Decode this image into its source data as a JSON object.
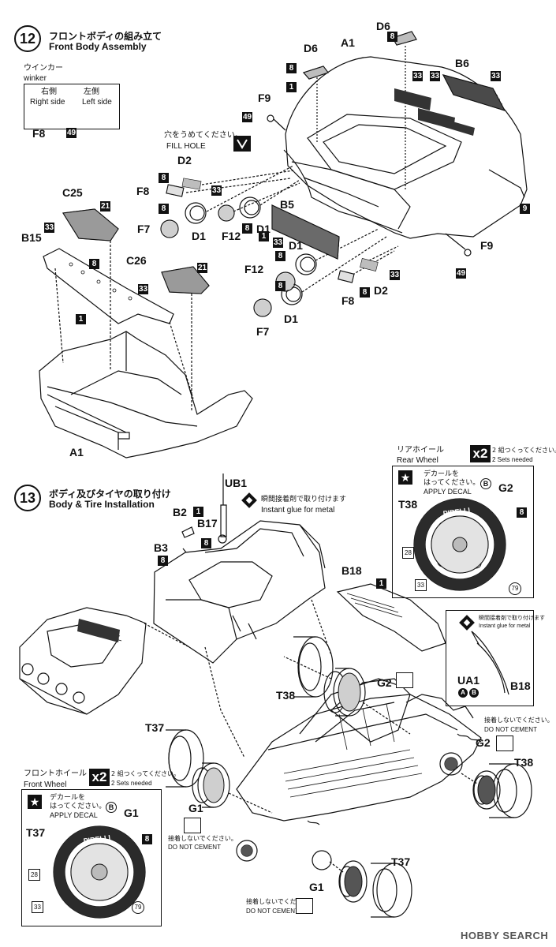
{
  "step12": {
    "number": "12",
    "title_jp": "フロントボディの組み立て",
    "title_en": "Front Body Assembly",
    "winker": {
      "jp": "ウインカー",
      "en": "winker",
      "right_jp": "右側",
      "right_en": "Right side",
      "left_jp": "左側",
      "left_en": "Left side",
      "part": "F8",
      "paint": "49"
    },
    "fill_hole": {
      "jp": "穴をうめてください。",
      "en": "FILL HOLE"
    },
    "labels": {
      "D6_top": "D6",
      "D6_top_paint": "8",
      "A1_top": "A1",
      "D6_left": "D6",
      "D6_left_paint": "8",
      "B6": "B6",
      "B6_paint_l": "33",
      "B6_paint_r": "33",
      "A1_center_paint": "33",
      "F9_top": "F9",
      "F9_top_paint": "49",
      "paint_1_top": "1",
      "paint_9": "9",
      "D2_top": "D2",
      "D2_top_l": "8",
      "D2_top_r": "33",
      "F8_left": "F8",
      "F8_left_paint": "8",
      "D1_a": "D1",
      "D1_a_paint": "8",
      "F7_a": "F7",
      "F12_a": "F12",
      "D1_b": "D1",
      "D1_b_paint": "8",
      "B5": "B5",
      "B5_paint_a": "1",
      "B5_paint_b": "33",
      "D1_c": "D1",
      "D1_c_paint": "8",
      "F12_b": "F12",
      "D1_d": "D1",
      "D1_d_paint": "8",
      "F7_b": "F7",
      "F8_right": "F8",
      "F8_right_paint": "8",
      "D2_right": "D2",
      "D2_right_paint": "33",
      "F9_right": "F9",
      "F9_right_paint": "49",
      "C25": "C25",
      "C25_paint_l": "33",
      "C25_paint_r": "21",
      "C26": "C26",
      "C26_paint_l": "33",
      "C26_paint_r": "21",
      "B15": "B15",
      "B15_paint_a": "8",
      "B15_paint_b": "1",
      "A1_bottom": "A1"
    }
  },
  "step13": {
    "number": "13",
    "title_jp": "ボディ及びタイヤの取り付け",
    "title_en": "Body & Tire Installation",
    "glue": {
      "jp": "瞬間接着剤で取り付けます",
      "en": "Instant glue for metal"
    },
    "labels": {
      "UB1": "UB1",
      "B2": "B2",
      "B2_paint": "1",
      "B17": "B17",
      "B17_paint": "8",
      "B3": "B3",
      "B3_paint": "8",
      "B18": "B18",
      "B18_paint": "1",
      "G2_mid": "G2",
      "T38_mid": "T38",
      "T37_left": "T37",
      "G1_left": "G1",
      "G2_right": "G2",
      "T38_right": "T38",
      "T37_bottom": "T37",
      "G1_bottom": "G1"
    },
    "do_not_cement": {
      "jp": "接着しないでください。",
      "en": "DO NOT CEMENT"
    },
    "rear_wheel": {
      "jp": "リアホイール",
      "en": "Rear Wheel",
      "mult": "x2",
      "sets_jp": "2 組つくってください。",
      "sets_en": "2 Sets needed",
      "decal_jp1": "デカールを",
      "decal_jp2": "はってください。",
      "decal_en": "APPLY DECAL",
      "decal_letter": "B",
      "tire": "T38",
      "wheel": "G2",
      "paint_wheel": "8",
      "paint_center": "28",
      "paint_tire": "33",
      "decal_num": "79",
      "brand": "PIRELLI"
    },
    "front_wheel": {
      "jp": "フロントホイール",
      "en": "Front Wheel",
      "mult": "x2",
      "sets_jp": "2 組つくってください。",
      "sets_en": "2 Sets needed",
      "decal_jp1": "デカールを",
      "decal_jp2": "はってください。",
      "decal_en": "APPLY DECAL",
      "decal_letter": "B",
      "tire": "T37",
      "wheel": "G1",
      "paint_wheel": "8",
      "paint_center": "28",
      "paint_tire": "33",
      "decal_num": "79",
      "brand": "PIRELLI"
    },
    "inset_b18": {
      "glue_jp": "瞬間接着剤で取り付けます",
      "glue_en": "Instant glue for metal",
      "part_a": "UA1",
      "part_b": "B18",
      "letter_a": "A",
      "letter_b": "B"
    }
  },
  "watermark": "HOBBY SEARCH"
}
